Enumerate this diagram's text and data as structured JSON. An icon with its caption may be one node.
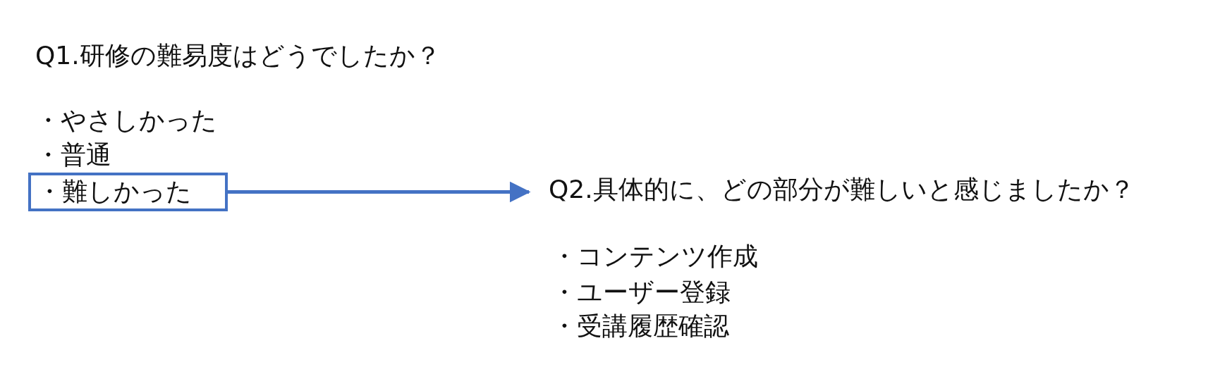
{
  "diagram": {
    "nodes": [
      {
        "text": [
          "・難しかった"
        ]
      },
      {
        "text": [
          "Q2.具体的に、どの部分が難しいと感じましたか？"
        ]
      }
    ],
    "edges": [
      {
        "from": 0,
        "to": 1,
        "arrow": "to"
      }
    ],
    "labels": [
      "Q1.研修の難易度はどうでしたか？",
      "・やさしかった",
      "・普通",
      "・コンテンツ作成",
      "・ユーザー登録",
      "・受講履歴確認"
    ]
  }
}
